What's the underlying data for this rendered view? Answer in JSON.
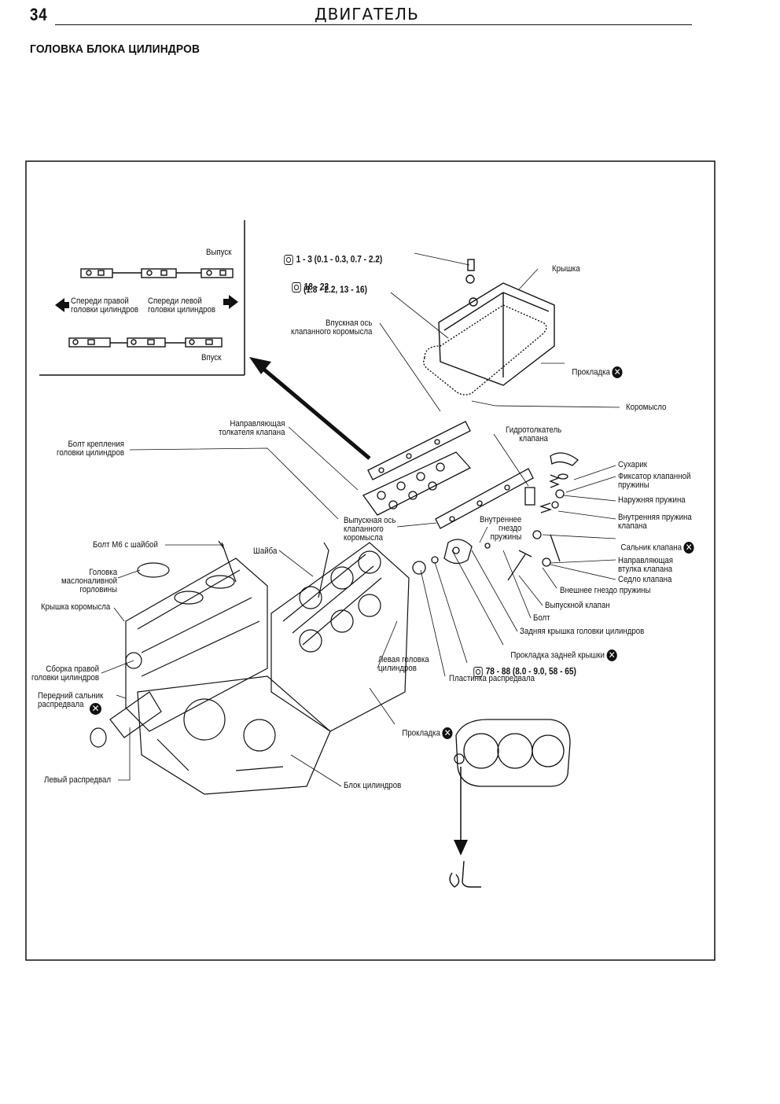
{
  "header": {
    "page_number": "34",
    "running_head": "ДВИГАТЕЛЬ"
  },
  "section_title": "ГОЛОВКА БЛОКА ЦИЛИНДРОВ",
  "inset": {
    "exhaust_label": "Выпуск",
    "intake_label": "Впуск",
    "front_right_head": "Спереди правой\nголовки цилиндров",
    "front_left_head": "Спереди левой\nголовки цилиндров"
  },
  "torques": {
    "t1": "1 - 3 (0.1 - 0.3, 0.7 - 2.2)",
    "t2_a": "18 - 22",
    "t2_b": "(1.8 - 2.2, 13 - 16)",
    "t3": "78 - 88 (8.0 - 9.0, 58 - 65)"
  },
  "labels": {
    "cover": "Крышка",
    "gasket_top": "Прокладка",
    "intake_rocker_shaft": "Впускная ось\nклапанного коромысла",
    "rocker": "Коромысло",
    "lifter_guide": "Направляющая\nтолкателя клапана",
    "hydraulic_lifter": "Гидротолкатель\nклапана",
    "head_bolt": "Болт крепления\nголовки цилиндров",
    "keeper": "Сухарик",
    "spring_retainer": "Фиксатор клапанной\nпружины",
    "outer_spring": "Наружняя пружина",
    "inner_spring": "Внутренняя пружина\nклапана",
    "valve_seal": "Сальник клапана",
    "exhaust_rocker_shaft": "Выпускная ось\nклапанного\nкоромысла",
    "inner_spring_seat": "Внутреннее\nгнездо\nпружины",
    "bolt_m6": "Болт М6 с шайбой",
    "washer": "Шайба",
    "valve_guide": "Направляющая\nвтулка клапана",
    "valve_seat": "Седло клапана",
    "outer_spring_seat": "Внешнее гнездо пружины",
    "oil_filler_cap": "Головка\nмаслоналивной\nгорловины",
    "rocker_cover": "Крышка коромысла",
    "exhaust_valve": "Выпускной клапан",
    "bolt": "Болт",
    "rear_cover": "Задняя крышка головки цилиндров",
    "rear_cover_gasket": "Прокладка задней крышки",
    "right_head_assy": "Сборка правой\nголовки цилиндров",
    "left_head": "Левая головка\nцилиндров",
    "cam_plate": "Пластинка распредвала",
    "front_cam_seal": "Передний сальник\nраспредвала",
    "gasket_head": "Прокладка",
    "left_camshaft": "Левый распредвал",
    "block": "Блок цилиндров"
  },
  "icons": {
    "replace": "crossed-circle-icon",
    "torque": "wrench-icon"
  }
}
